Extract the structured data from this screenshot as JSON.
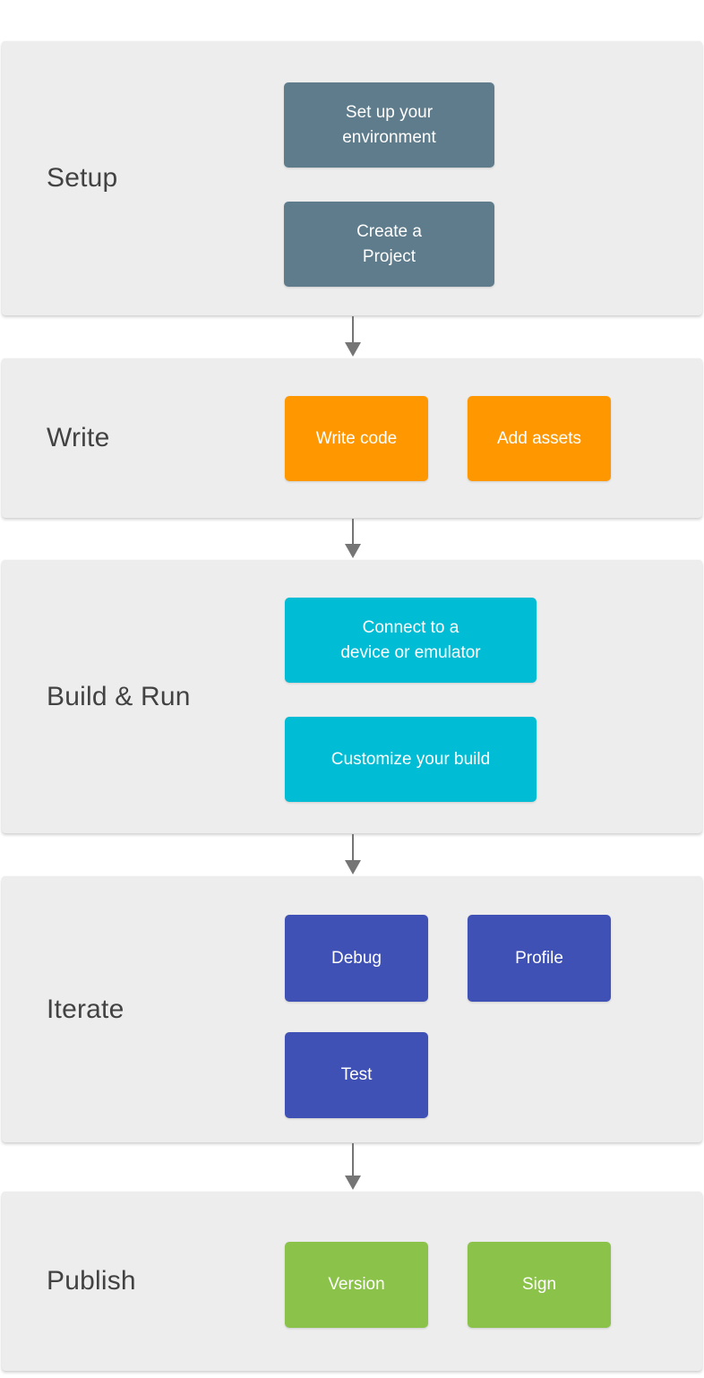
{
  "page": {
    "background": "#ffffff"
  },
  "diagram": {
    "panel_bg": "#ededed",
    "label_color": "#424242",
    "arrow_color": "#757575",
    "button_text_color": "#ffffff",
    "sections": [
      {
        "label": "Setup",
        "color": "#5e7c8b",
        "buttons": [
          {
            "label": "Set up your\nenvironment"
          },
          {
            "label": "Create a\nProject"
          }
        ]
      },
      {
        "label": "Write",
        "color": "#ff9800",
        "buttons": [
          {
            "label": "Write code"
          },
          {
            "label": "Add assets"
          }
        ]
      },
      {
        "label": "Build & Run",
        "color": "#00bcd4",
        "buttons": [
          {
            "label": "Connect to a\ndevice or emulator"
          },
          {
            "label": "Customize your build"
          }
        ]
      },
      {
        "label": "Iterate",
        "color": "#3f51b5",
        "buttons": [
          {
            "label": "Debug"
          },
          {
            "label": "Profile"
          },
          {
            "label": "Test"
          }
        ]
      },
      {
        "label": "Publish",
        "color": "#8bc34a",
        "buttons": [
          {
            "label": "Version"
          },
          {
            "label": "Sign"
          }
        ]
      }
    ]
  }
}
